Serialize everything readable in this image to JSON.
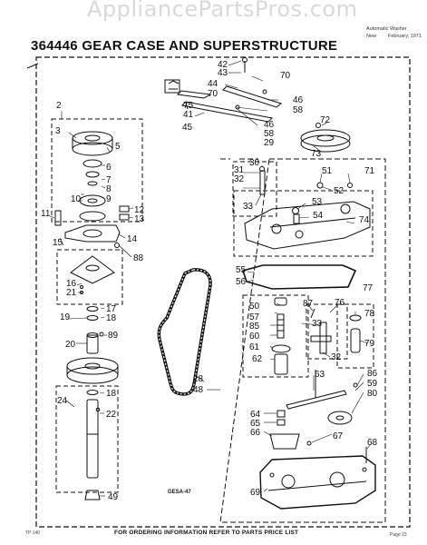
{
  "watermark": "AppliancePartsPros.com",
  "header_note": {
    "line1": "Automatic Washer",
    "line2": "New",
    "date": "February, 1971"
  },
  "title": "364446 GEAR CASE AND SUPERSTRUCTURE",
  "diagram_code": "GESA-47",
  "footer": "FOR ORDERING INFORMATION REFER TO PARTS PRICE LIST",
  "footer_left": "TP 140",
  "footer_right": "Page 23",
  "parts": [
    {
      "id": "p42",
      "label": "42"
    },
    {
      "id": "p43",
      "label": "43"
    },
    {
      "id": "p70a",
      "label": "70"
    },
    {
      "id": "p44",
      "label": "44"
    },
    {
      "id": "p70b",
      "label": "70"
    },
    {
      "id": "p46a",
      "label": "46"
    },
    {
      "id": "p58a",
      "label": "58"
    },
    {
      "id": "p75",
      "label": "75"
    },
    {
      "id": "p41",
      "label": "41"
    },
    {
      "id": "p45",
      "label": "45"
    },
    {
      "id": "p46b",
      "label": "46"
    },
    {
      "id": "p58b",
      "label": "58"
    },
    {
      "id": "p29",
      "label": "29"
    },
    {
      "id": "p72",
      "label": "72"
    },
    {
      "id": "p73",
      "label": "73"
    },
    {
      "id": "p2",
      "label": "2"
    },
    {
      "id": "p3",
      "label": "3"
    },
    {
      "id": "p5",
      "label": "5"
    },
    {
      "id": "p6",
      "label": "6"
    },
    {
      "id": "p7",
      "label": "7"
    },
    {
      "id": "p8",
      "label": "8"
    },
    {
      "id": "p9",
      "label": "9"
    },
    {
      "id": "p10",
      "label": "10"
    },
    {
      "id": "p12",
      "label": "12"
    },
    {
      "id": "p13",
      "label": "13"
    },
    {
      "id": "p11",
      "label": "11"
    },
    {
      "id": "p14",
      "label": "14"
    },
    {
      "id": "p15",
      "label": "15"
    },
    {
      "id": "p88",
      "label": "88"
    },
    {
      "id": "p16",
      "label": "16"
    },
    {
      "id": "p21",
      "label": "21"
    },
    {
      "id": "p17",
      "label": "17"
    },
    {
      "id": "p18a",
      "label": "18"
    },
    {
      "id": "p19",
      "label": "19"
    },
    {
      "id": "p89",
      "label": "89"
    },
    {
      "id": "p20",
      "label": "20"
    },
    {
      "id": "p18b",
      "label": "18"
    },
    {
      "id": "p24",
      "label": "24"
    },
    {
      "id": "p22",
      "label": "22"
    },
    {
      "id": "p49",
      "label": "49"
    },
    {
      "id": "p31",
      "label": "31"
    },
    {
      "id": "p30",
      "label": "30"
    },
    {
      "id": "p32a",
      "label": "32"
    },
    {
      "id": "p33a",
      "label": "33"
    },
    {
      "id": "p51",
      "label": "51"
    },
    {
      "id": "p71",
      "label": "71"
    },
    {
      "id": "p52",
      "label": "52"
    },
    {
      "id": "p53",
      "label": "53"
    },
    {
      "id": "p54",
      "label": "54"
    },
    {
      "id": "p74",
      "label": "74"
    },
    {
      "id": "p55",
      "label": "55"
    },
    {
      "id": "p56",
      "label": "56"
    },
    {
      "id": "p77",
      "label": "77"
    },
    {
      "id": "p50",
      "label": "50"
    },
    {
      "id": "p87",
      "label": "87"
    },
    {
      "id": "p76",
      "label": "76"
    },
    {
      "id": "p57",
      "label": "57"
    },
    {
      "id": "p78",
      "label": "78"
    },
    {
      "id": "p85",
      "label": "85"
    },
    {
      "id": "p33b",
      "label": "33"
    },
    {
      "id": "p60",
      "label": "60"
    },
    {
      "id": "p61",
      "label": "61"
    },
    {
      "id": "p79",
      "label": "79"
    },
    {
      "id": "p62",
      "label": "62"
    },
    {
      "id": "p32b",
      "label": "32"
    },
    {
      "id": "p63",
      "label": "63"
    },
    {
      "id": "p86",
      "label": "86"
    },
    {
      "id": "p59",
      "label": "59"
    },
    {
      "id": "p80",
      "label": "80"
    },
    {
      "id": "p28",
      "label": "28"
    },
    {
      "id": "p48",
      "label": "48"
    },
    {
      "id": "p64",
      "label": "64"
    },
    {
      "id": "p65",
      "label": "65"
    },
    {
      "id": "p66",
      "label": "66"
    },
    {
      "id": "p67",
      "label": "67"
    },
    {
      "id": "p68",
      "label": "68"
    },
    {
      "id": "p69",
      "label": "69"
    }
  ]
}
